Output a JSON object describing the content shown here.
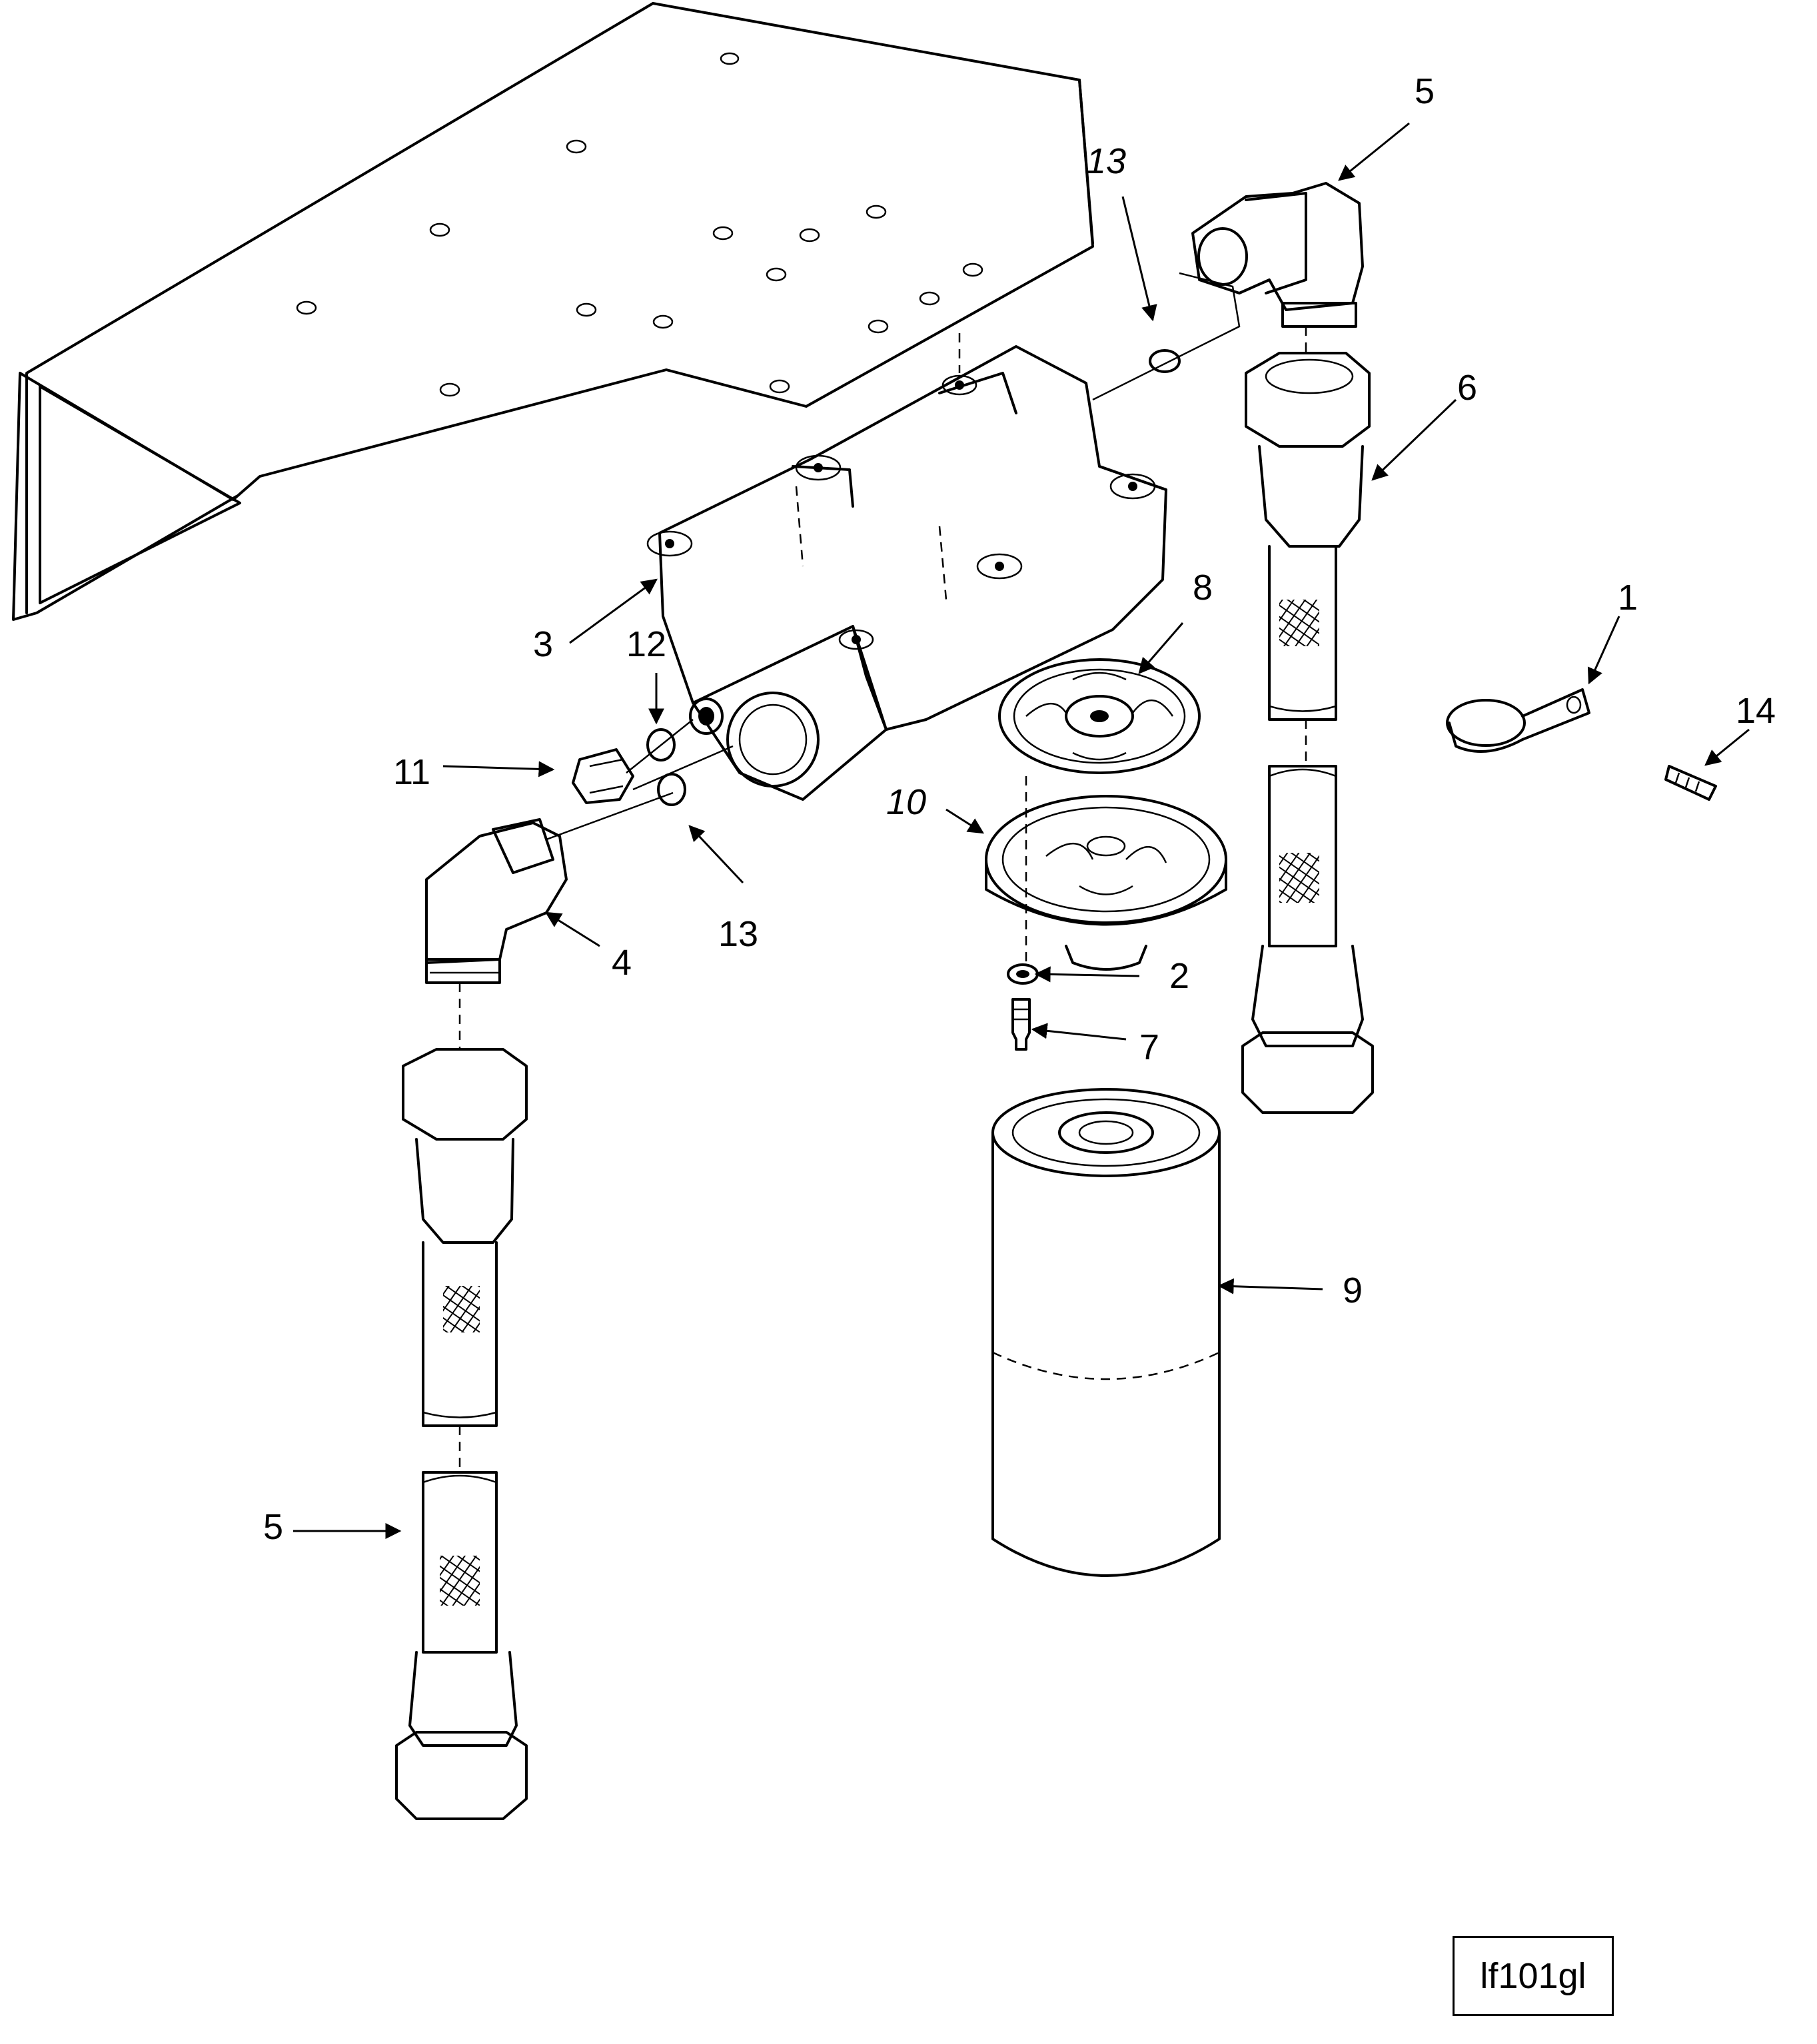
{
  "callouts": {
    "c1": "1",
    "c2": "2",
    "c3": "3",
    "c4": "4",
    "c5_top": "5",
    "c5_bottom": "5",
    "c6": "6",
    "c7": "7",
    "c8": "8",
    "c9": "9",
    "c10": "10",
    "c11": "11",
    "c12": "12",
    "c13_top": "13",
    "c13_bottom": "13",
    "c14": "14"
  },
  "reference_code": "lf101gl"
}
